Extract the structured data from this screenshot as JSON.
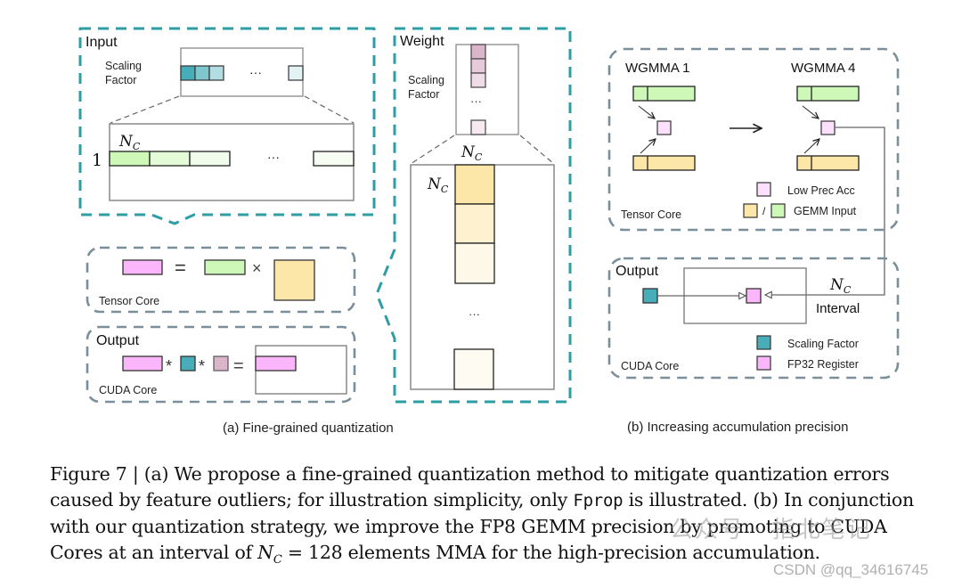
{
  "figure": {
    "panel_a": {
      "input": {
        "title": "Input",
        "scaling_label_1": "Scaling",
        "scaling_label_2": "Factor",
        "ellipsis": "···",
        "nc_label": "N",
        "nc_sub": "C",
        "row_label": "1"
      },
      "weight": {
        "title": "Weight",
        "scaling_label_1": "Scaling",
        "scaling_label_2": "Factor",
        "ellipsis": "···",
        "nc_top": "N",
        "nc_left": "N",
        "nc_sub": "C"
      },
      "tensor_core": {
        "label": "Tensor Core",
        "equals": "=",
        "times": "×"
      },
      "output": {
        "title": "Output",
        "label": "CUDA Core",
        "star": "*",
        "equals": "="
      },
      "subcaption": "(a) Fine-grained quantization"
    },
    "panel_b": {
      "tensor_core": {
        "wgmma1": "WGMMA 1",
        "wgmma4": "WGMMA 4",
        "label": "Tensor Core",
        "legend_low_prec": "Low Prec Acc",
        "legend_slash": "/",
        "legend_gemm_input": "GEMM Input"
      },
      "cuda_core": {
        "title": "Output",
        "nc_label": "N",
        "nc_sub": "C",
        "interval": "Interval",
        "label": "CUDA Core",
        "legend_scaling": "Scaling Factor",
        "legend_fp32": "FP32 Register"
      },
      "subcaption": "(b) Increasing accumulation precision"
    },
    "colors": {
      "teal_dash": "#2e9ea6",
      "gray_dash": "#7a8f99",
      "pink": "#fbb6fb",
      "light_pink": "#fde0fd",
      "green": "#cdf8b8",
      "yellow": "#fce6a8",
      "teal": "#47adb8",
      "mauve": "#dbb5c9"
    }
  },
  "caption": {
    "line1": "Figure 7 | (a) We propose a fine-grained quantization method to mitigate quantization errors",
    "line2_a": "caused by feature outliers; for illustration simplicity, only ",
    "line2_code": "Fprop",
    "line2_b": " is illustrated. (b) In conjunction",
    "line3": "with our quantization strategy, we improve the FP8 GEMM precision by promoting to CUDA",
    "line4_a": "Cores at an interval of ",
    "line4_nc": "N",
    "line4_sub": "C",
    "line4_b": " = 128 elements MMA for the high-precision accumulation."
  },
  "watermark": {
    "wechat": "公众号 · 指北笔记",
    "csdn": "CSDN @qq_34616745"
  }
}
